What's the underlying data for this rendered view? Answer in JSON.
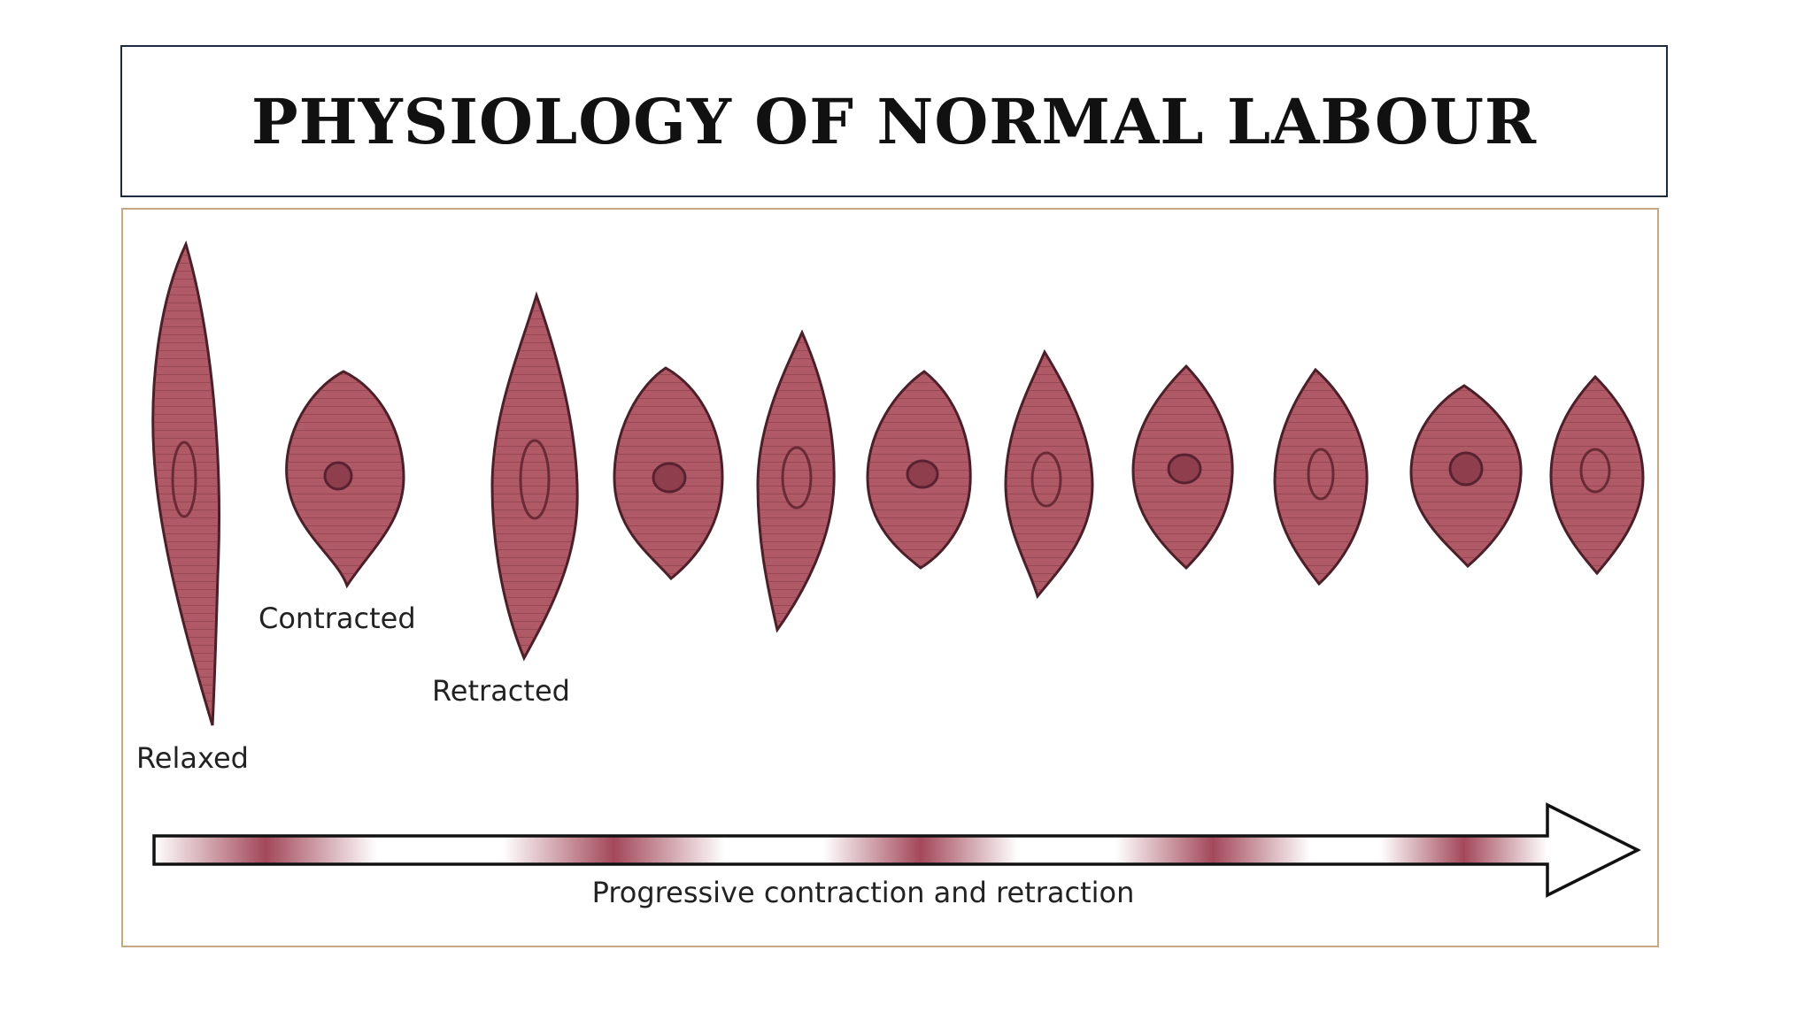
{
  "title": "PHYSIOLOGY OF NORMAL LABOUR",
  "labels": {
    "relaxed": "Relaxed",
    "contracted": "Contracted",
    "retracted": "Retracted",
    "arrow": "Progressive contraction and retraction"
  },
  "colors": {
    "cell_fill": "#b05a68",
    "cell_stroke": "#4a1f28",
    "nucleus_fill": "#8e3e4c",
    "title_border": "#1c2b3f",
    "figure_border": "#c6a883",
    "arrow_band": "#a3485a"
  }
}
